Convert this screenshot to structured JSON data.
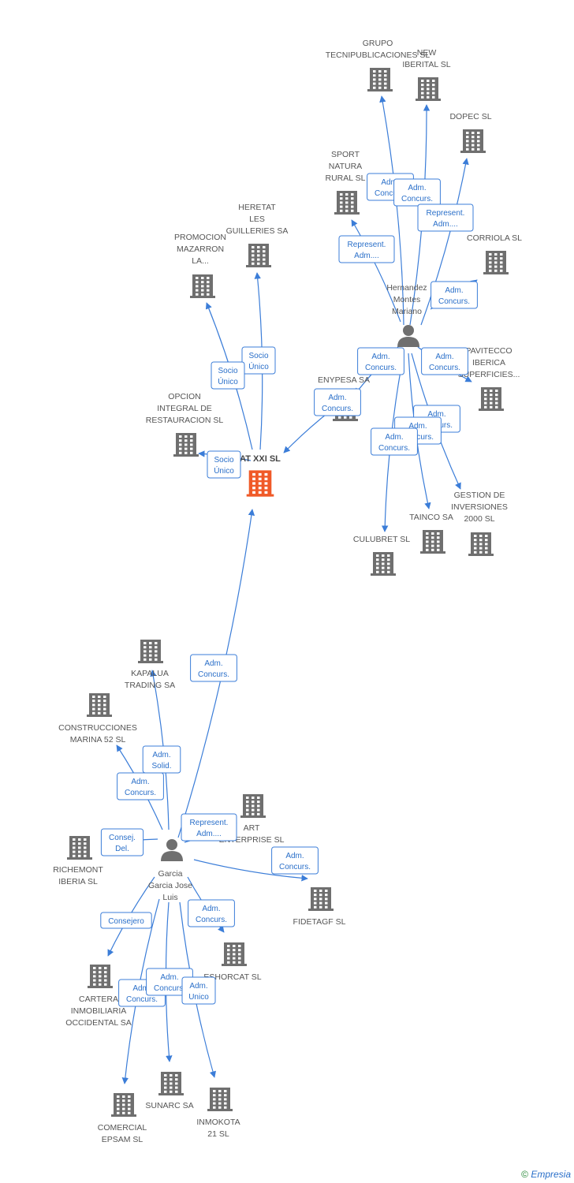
{
  "colors": {
    "edge": "#3b7dd8",
    "building": "#6f6f6f",
    "main_building": "#f05a28",
    "person": "#6f6f6f",
    "edge_label_text": "#2a6fc9",
    "edge_label_border": "#3b7dd8"
  },
  "nodes": [
    {
      "id": "main",
      "type": "company_main",
      "label": [
        "AT XXI SL"
      ]
    },
    {
      "id": "grupo",
      "type": "company",
      "label": [
        "GRUPO",
        "TECNIPUBLICACIONES SL"
      ]
    },
    {
      "id": "new",
      "type": "company",
      "label": [
        "NEW",
        "IBERITAL SL"
      ]
    },
    {
      "id": "dopec",
      "type": "company",
      "label": [
        "DOPEC SL"
      ]
    },
    {
      "id": "sport",
      "type": "company",
      "label": [
        "SPORT",
        "NATURA",
        "RURAL SL"
      ]
    },
    {
      "id": "corriola",
      "type": "company",
      "label": [
        "CORRIOLA SL"
      ]
    },
    {
      "id": "hernandez",
      "type": "person",
      "label": [
        "Hernandez",
        "Montes",
        "Mariano"
      ]
    },
    {
      "id": "heretat",
      "type": "company",
      "label": [
        "HERETAT",
        "LES",
        "GUILLERIES SA"
      ]
    },
    {
      "id": "promocion",
      "type": "company",
      "label": [
        "PROMOCION",
        "MAZARRON",
        "LA..."
      ]
    },
    {
      "id": "opcion",
      "type": "company",
      "label": [
        "OPCION",
        "INTEGRAL DE",
        "RESTAURACION SL"
      ]
    },
    {
      "id": "enypesa",
      "type": "company",
      "label": [
        "ENYPESA SA"
      ]
    },
    {
      "id": "pavitecco",
      "type": "company",
      "label": [
        "PAVITECCO",
        "IBERICA",
        "SUPERFICIES..."
      ]
    },
    {
      "id": "gestion",
      "type": "company",
      "label": [
        "GESTION DE",
        "INVERSIONES",
        "2000 SL"
      ]
    },
    {
      "id": "tainco",
      "type": "company",
      "label": [
        "TAINCO SA"
      ]
    },
    {
      "id": "culubret",
      "type": "company",
      "label": [
        "CULUBRET SL"
      ]
    },
    {
      "id": "kapalua",
      "type": "company",
      "label": [
        "KAPALUA",
        "TRADING SA"
      ]
    },
    {
      "id": "construcciones",
      "type": "company",
      "label": [
        "CONSTRUCCIONES",
        "MARINA 52 SL"
      ]
    },
    {
      "id": "art",
      "type": "company",
      "label": [
        "ART",
        "ENTERPRISE SL"
      ]
    },
    {
      "id": "richemont",
      "type": "company",
      "label": [
        "RICHEMONT",
        "IBERIA SL"
      ]
    },
    {
      "id": "garcia",
      "type": "person",
      "label": [
        "Garcia",
        "Garcia Jose",
        "Luis"
      ]
    },
    {
      "id": "fidetagf",
      "type": "company",
      "label": [
        "FIDETAGF SL"
      ]
    },
    {
      "id": "eshorcat",
      "type": "company",
      "label": [
        "ESHORCAT SL"
      ]
    },
    {
      "id": "cartera",
      "type": "company",
      "label": [
        "CARTERA",
        "INMOBILIARIA",
        "OCCIDENTAL SA"
      ]
    },
    {
      "id": "sunarc",
      "type": "company",
      "label": [
        "SUNARC SA"
      ]
    },
    {
      "id": "inmokota",
      "type": "company",
      "label": [
        "INMOKOTA",
        "21 SL"
      ]
    },
    {
      "id": "comercial",
      "type": "company",
      "label": [
        "COMERCIAL",
        "EPSAM SL"
      ]
    }
  ],
  "edges": [
    {
      "from": "hernandez",
      "to": "grupo",
      "label": [
        "Adm.",
        "Concurs."
      ]
    },
    {
      "from": "hernandez",
      "to": "new",
      "label": [
        "Adm.",
        "Concurs."
      ]
    },
    {
      "from": "hernandez",
      "to": "dopec",
      "label": [
        "Represent.",
        "Adm...."
      ]
    },
    {
      "from": "hernandez",
      "to": "sport",
      "label": [
        "Represent.",
        "Adm...."
      ]
    },
    {
      "from": "hernandez",
      "to": "corriola",
      "label": [
        "Adm.",
        "Concurs."
      ]
    },
    {
      "from": "hernandez",
      "to": "enypesa",
      "label": [
        "Adm.",
        "Concurs."
      ]
    },
    {
      "from": "hernandez",
      "to": "pavitecco",
      "label": [
        "Adm.",
        "Concurs."
      ]
    },
    {
      "from": "hernandez",
      "to": "gestion",
      "label": [
        "Adm.",
        "Concurs."
      ]
    },
    {
      "from": "hernandez",
      "to": "tainco",
      "label": [
        "Adm.",
        "Concurs."
      ]
    },
    {
      "from": "hernandez",
      "to": "culubret",
      "label": [
        "Adm.",
        "Concurs."
      ]
    },
    {
      "from": "hernandez",
      "to": "main",
      "label": [
        "Adm.",
        "Concurs."
      ]
    },
    {
      "from": "main",
      "to": "heretat",
      "label": [
        "Socio",
        "Único"
      ]
    },
    {
      "from": "main",
      "to": "promocion",
      "label": [
        "Socio",
        "Único"
      ]
    },
    {
      "from": "main",
      "to": "opcion",
      "label": [
        "Socio",
        "Único"
      ]
    },
    {
      "from": "garcia",
      "to": "main",
      "label": [
        "Adm.",
        "Concurs."
      ]
    },
    {
      "from": "garcia",
      "to": "kapalua",
      "label": [
        "Adm.",
        "Solid."
      ]
    },
    {
      "from": "garcia",
      "to": "construcciones",
      "label": [
        "Adm.",
        "Concurs."
      ]
    },
    {
      "from": "garcia",
      "to": "art",
      "label": [
        "Represent.",
        "Adm...."
      ]
    },
    {
      "from": "garcia",
      "to": "richemont",
      "label": [
        "Consej.",
        "Del."
      ]
    },
    {
      "from": "garcia",
      "to": "fidetagf",
      "label": [
        "Adm.",
        "Concurs."
      ]
    },
    {
      "from": "garcia",
      "to": "eshorcat",
      "label": [
        "Adm.",
        "Concurs."
      ]
    },
    {
      "from": "garcia",
      "to": "cartera",
      "label": [
        "Consejero"
      ]
    },
    {
      "from": "garcia",
      "to": "comercial",
      "label": [
        "Adm.",
        "Concurs."
      ]
    },
    {
      "from": "garcia",
      "to": "sunarc",
      "label": [
        "Adm.",
        "Concurs."
      ]
    },
    {
      "from": "garcia",
      "to": "inmokota",
      "label": [
        "Adm.",
        "Unico"
      ]
    }
  ],
  "watermark": {
    "symbol": "©",
    "brand": "Empresia"
  }
}
